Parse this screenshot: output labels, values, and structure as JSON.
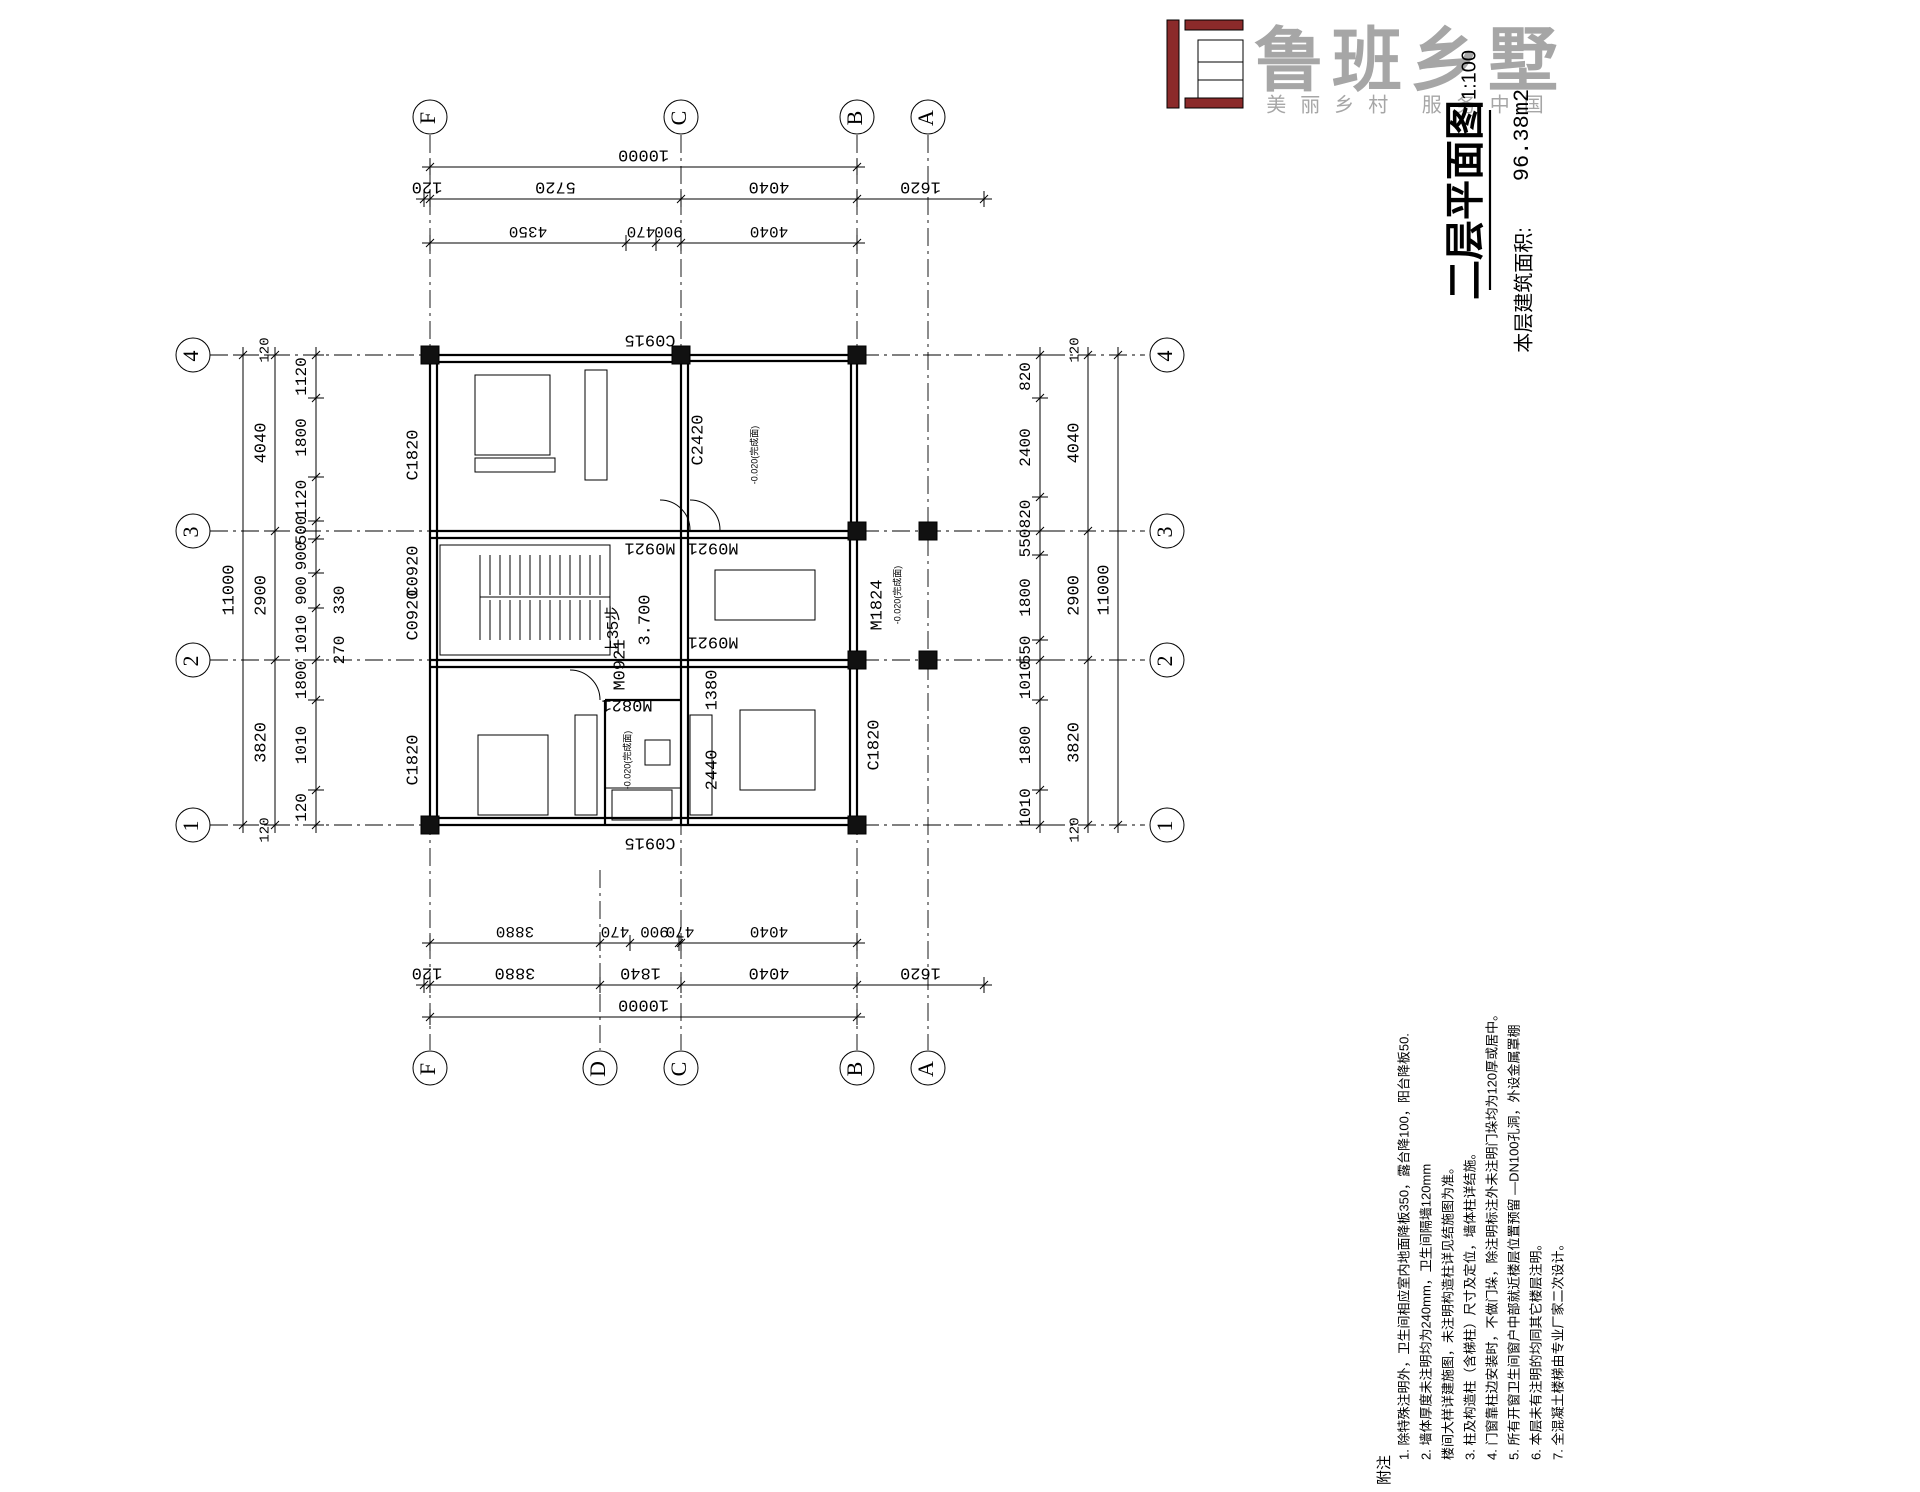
{
  "logo": {
    "brand": "鲁班乡墅",
    "slogan": "美丽乡村  服务中国",
    "color_dark": "#a6a6a6",
    "color_red": "#8b2a2a"
  },
  "title": {
    "name": "二层平面图",
    "scale": "1:100",
    "area_label": "本层建筑面积:",
    "area_value": "96.38m2"
  },
  "axes": {
    "letters_top": [
      "F",
      "C",
      "B",
      "A"
    ],
    "letters_bottom": [
      "F",
      "D",
      "C",
      "B",
      "A"
    ],
    "numbers": [
      "4",
      "3",
      "2",
      "1"
    ]
  },
  "dims": {
    "top_total": "10000",
    "top_row1": [
      "120",
      "5720",
      "4040",
      "1620"
    ],
    "top_row2": [
      "4350",
      "470",
      "900",
      "4040"
    ],
    "bottom_total": "10000",
    "bottom_row1": [
      "120",
      "3880",
      "1840",
      "4040",
      "1620"
    ],
    "bottom_row2": [
      "3880",
      "470",
      "900",
      "470",
      "4040"
    ],
    "left_total": "11000",
    "left_mid": [
      "4040",
      "2900",
      "3820"
    ],
    "left_detail": [
      "120",
      "1120",
      "1800",
      "1120",
      "500",
      "900",
      "900",
      "1010",
      "1800",
      "1010",
      "120"
    ],
    "left_extra": [
      "330",
      "270"
    ],
    "right_total": "11000",
    "right_mid": [
      "4040",
      "2900",
      "3820"
    ],
    "right_detail": [
      "120",
      "820",
      "2400",
      "820",
      "550",
      "1800",
      "550",
      "1010",
      "1800",
      "1010",
      "120"
    ]
  },
  "labels": {
    "windows": [
      "C0915",
      "C0915",
      "C1820",
      "C0920",
      "C0920",
      "C1820",
      "C1820",
      "C2420"
    ],
    "doors": [
      "M0921",
      "M0921",
      "M0921",
      "M0921",
      "M0821",
      "M1824"
    ],
    "level": "3.700",
    "stair_label": "上35步",
    "elev_small": [
      "-0.020(完成面)",
      "-0.020(完成面)",
      "-0.020(完成面)"
    ],
    "inner_dims": [
      "1380",
      "2440"
    ]
  },
  "notes": {
    "heading": "附注",
    "items": [
      "1. 除特殊注明外，卫生间相应室内地面降板350，露台降100，阳台降板50.",
      "2. 墙体厚度未注明均为240mm，卫生间隔墙120mm",
      "   楼间大样详建施图，未注明构造柱详见结施图为准。",
      "3. 柱及构造柱（含梯柱）尺寸及定位，墙体柱详结施。",
      "4. 门窗靠柱边安装时，不做门垛，除注明标注外未注明门垛均为120厚或居中。",
      "5. 所有开窗卫生间窗户中部就近楼层位置预留  —DN100孔洞，外设金属罩棚",
      "6. 本层未有注明的均同其它楼层注明。",
      "7. 全混凝土楼梯由专业厂家二次设计。"
    ]
  }
}
